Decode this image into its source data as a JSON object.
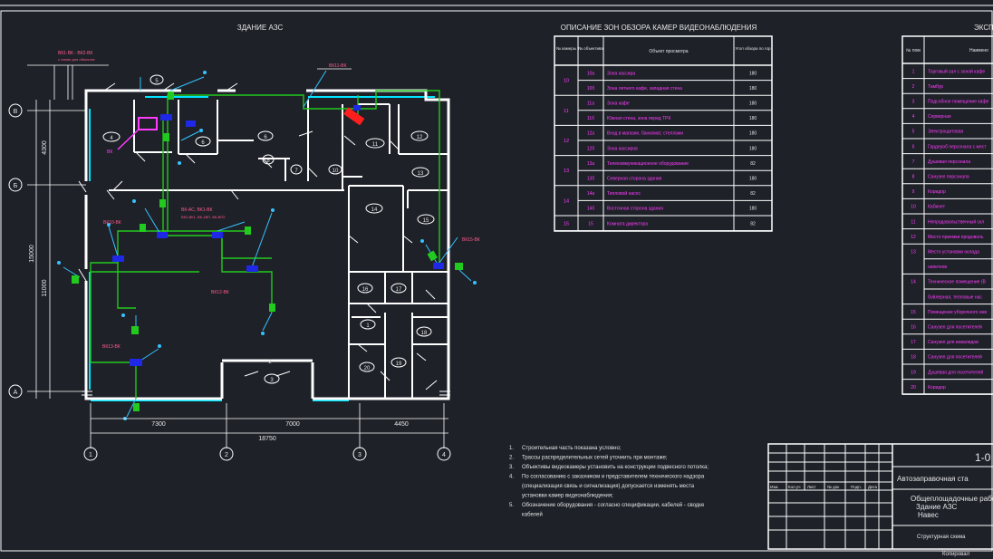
{
  "plan": {
    "title": "ЗДАНИЕ АЗС",
    "axes_x": [
      "1",
      "2",
      "3",
      "4"
    ],
    "axes_y": [
      "В",
      "Б",
      "А"
    ],
    "dims_bottom": [
      "7300",
      "7000",
      "4450"
    ],
    "dim_total_bottom": "18750",
    "dims_left": [
      "4300",
      "11000"
    ],
    "dim_total_left": "15000",
    "cable_labels": [
      "ВК1-ВК - ВК2-ВК",
      "ВК11-ВК",
      "ВК-АС, ВК1-ВК",
      "ВК2-ВК1, ВК-1ВП, ВК-ВП2",
      "ВК10-ВК",
      "ВК15-ВК",
      "ВК12-ВК",
      "ВК13-ВК"
    ],
    "note_top": "с линии для объектов",
    "device_label": "ВК"
  },
  "zones_table": {
    "title": "ОПИСАНИЕ ЗОН ОБЗОРА КАМЕР ВИДЕОНАБЛЮДЕНИЯ",
    "headers": [
      "№ камеры",
      "№ объектива",
      "Объект просмотра",
      "Угол обзора по гор"
    ],
    "rows": [
      {
        "cam": "10",
        "lens": "10а",
        "obj": "Зона кассира",
        "angle": "180"
      },
      {
        "cam": "",
        "lens": "10б",
        "obj": "Зона летнего кафе, западная стена",
        "angle": "180"
      },
      {
        "cam": "11",
        "lens": "11а",
        "obj": "Зона кафе",
        "angle": "180"
      },
      {
        "cam": "",
        "lens": "11б",
        "obj": "Южная стена, зона перед ТРК",
        "angle": "180"
      },
      {
        "cam": "12",
        "lens": "12а",
        "obj": "Вход в магазин, банкомат, стеллажи",
        "angle": "180"
      },
      {
        "cam": "",
        "lens": "12б",
        "obj": "Зона кассиров",
        "angle": "180"
      },
      {
        "cam": "13",
        "lens": "13а",
        "obj": "Телекоммуникационное оборудование",
        "angle": "82"
      },
      {
        "cam": "",
        "lens": "13б",
        "obj": "Северная сторона здания",
        "angle": "180"
      },
      {
        "cam": "14",
        "lens": "14а",
        "obj": "Тепловой насос",
        "angle": "82"
      },
      {
        "cam": "",
        "lens": "14б",
        "obj": "Восточная сторона здания",
        "angle": "180"
      },
      {
        "cam": "15",
        "lens": "15",
        "obj": "Комната директора",
        "angle": "82"
      }
    ]
  },
  "expl_table": {
    "title": "ЭКСПЛ",
    "headers": [
      "№ пом",
      "Наимено"
    ],
    "rows": [
      {
        "n": "1",
        "name": "Торговый зал с зоной кафе"
      },
      {
        "n": "2",
        "name": "Тамбур"
      },
      {
        "n": "3",
        "name": "Подсобное помещение кафе"
      },
      {
        "n": "4",
        "name": "Серверная"
      },
      {
        "n": "5",
        "name": "Электрощитовая"
      },
      {
        "n": "6",
        "name": "Гардероб персонала с мест"
      },
      {
        "n": "7",
        "name": "Душевая персонала"
      },
      {
        "n": "8",
        "name": "Санузел персонала"
      },
      {
        "n": "9",
        "name": "Коридор"
      },
      {
        "n": "10",
        "name": "Кабинет"
      },
      {
        "n": "11",
        "name": "Непродовольственный скл"
      },
      {
        "n": "12",
        "name": "Место приемки продоволь"
      },
      {
        "n": "13",
        "name": "Место установки оклада"
      },
      {
        "n": "",
        "name": "напитков"
      },
      {
        "n": "14",
        "name": "Техническое помещение (В"
      },
      {
        "n": "",
        "name": "бойлерная, тепловые нас"
      },
      {
        "n": "15",
        "name": "Помещение уборочного инв"
      },
      {
        "n": "16",
        "name": "Санузел для посетителей"
      },
      {
        "n": "17",
        "name": "Санузел для инвалидов"
      },
      {
        "n": "18",
        "name": "Санузел для посетителей"
      },
      {
        "n": "19",
        "name": "Душевая для посетителей"
      },
      {
        "n": "20",
        "name": "Коридор"
      }
    ]
  },
  "notes": [
    {
      "n": "1.",
      "text": "Строительная часть показана условно;"
    },
    {
      "n": "2.",
      "text": "Трассы распределительных сетей уточнить при монтаже;"
    },
    {
      "n": "3.",
      "text": "Объективы видеокамеры установить на конструкции подвесного потолка;"
    },
    {
      "n": "4.",
      "text": "По согласованию с заказчиком и представителем технического надзора"
    },
    {
      "n": "",
      "text": "(специализация связь и сигнализация) допускается изменять места"
    },
    {
      "n": "",
      "text": "установки камер видеонаблюдения;"
    },
    {
      "n": "5.",
      "text": "Обозначение оборудования - согласно спецификации, кабелей - сводке"
    },
    {
      "n": "",
      "text": "кабелей"
    }
  ],
  "stamp": {
    "code": "1-0",
    "org": "Автозаправочная ста",
    "work1": "Общеплощадочные работ",
    "work2": "Здание АЗС",
    "work3": "Навес",
    "sheet": "Структурная схема",
    "copied": "Копировал",
    "cols": [
      "Изм.",
      "Кол.уч",
      "Лист",
      "№ док",
      "Подп.",
      "Дата"
    ]
  },
  "rooms": [
    "1",
    "2",
    "3",
    "4",
    "5",
    "6",
    "6",
    "7",
    "8",
    "9",
    "10",
    "11",
    "12",
    "13",
    "14",
    "15",
    "16",
    "17",
    "18",
    "19",
    "20"
  ],
  "colors": {
    "bg": "#1e2128",
    "wall": "#ffffff",
    "cyan": "#00e5ff",
    "green": "#22c91e",
    "blue": "#1e28e6",
    "magenta": "#ff3cff",
    "red": "#ff1e1e",
    "pink": "#ff5a8c"
  }
}
